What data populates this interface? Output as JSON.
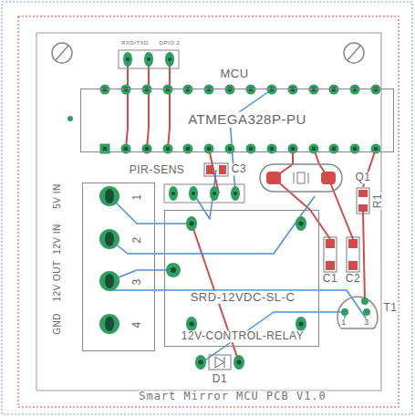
{
  "diagram": {
    "caption": "Smart Mirror MCU PCB V1.0",
    "nodes": [
      {
        "text": [
          "MCU",
          "ATMEGA328P-PU"
        ]
      },
      {
        "text": [
          "SRD-12VDC-SL-C",
          "12V-CONTROL-RELAY"
        ]
      },
      {
        "text": [
          "1",
          "2",
          "3",
          "4"
        ]
      }
    ],
    "labels": [
      "RXD/TXD",
      "DPIO 2",
      "PIR-SENS",
      "C3",
      "Q1",
      "R1",
      "5V IN",
      "12V IN",
      "12V OUT",
      "GND",
      "C1",
      "C2",
      "T1",
      "1",
      "3",
      "D1"
    ]
  }
}
